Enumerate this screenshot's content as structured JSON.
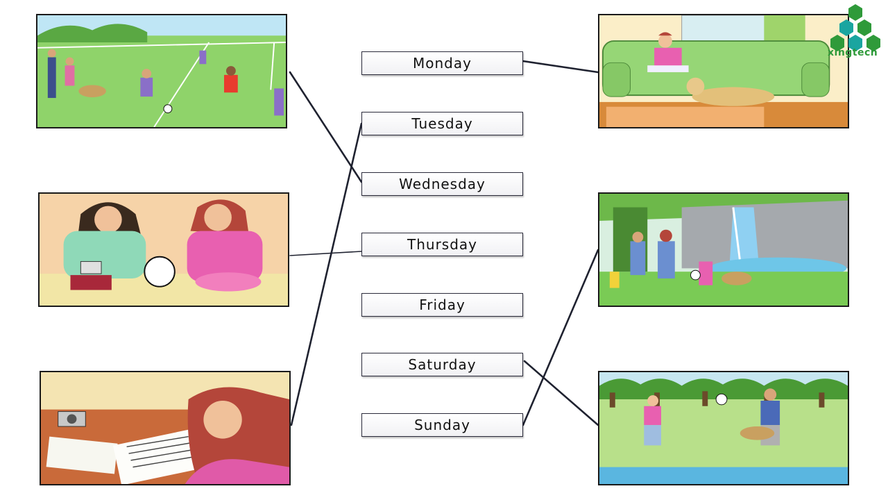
{
  "days": [
    {
      "label": "Monday"
    },
    {
      "label": "Tuesday"
    },
    {
      "label": "Wednesday"
    },
    {
      "label": "Thursday"
    },
    {
      "label": "Friday"
    },
    {
      "label": "Saturday"
    },
    {
      "label": "Sunday"
    }
  ],
  "logo": {
    "text": "xingtech"
  },
  "colors": {
    "line": "#1f2230",
    "logo_green": "#2f9a3a",
    "logo_teal": "#1aa5a0"
  }
}
